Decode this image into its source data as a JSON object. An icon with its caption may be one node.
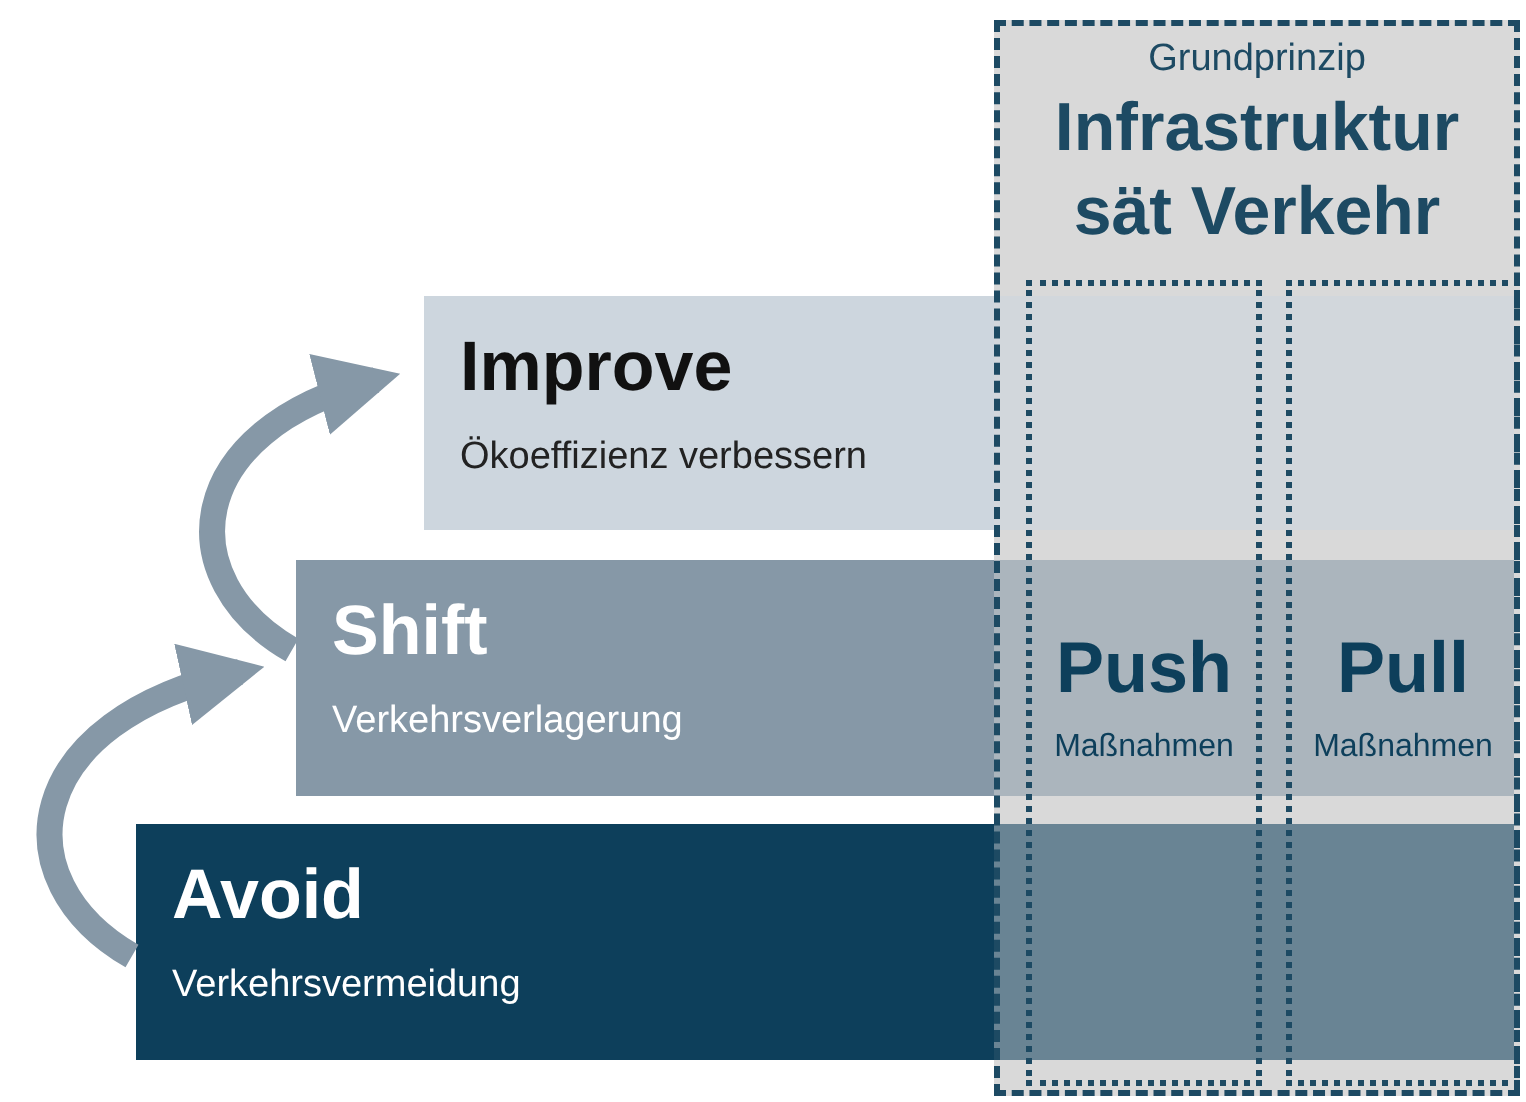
{
  "diagram": {
    "nodes": [
      {
        "text": [
          "Grundprinzip",
          "Infrastruktur sät Verkehr"
        ]
      },
      {
        "text": [
          "Improve",
          "Ökoeffizienz verbessern"
        ]
      },
      {
        "text": [
          "Shift",
          "Verkehrsverlagerung"
        ]
      },
      {
        "text": [
          "Avoid",
          "Verkehrsvermeidung"
        ]
      },
      {
        "text": [
          "Push",
          "Maßnahmen"
        ],
        "in": 0
      },
      {
        "text": [
          "Pull",
          "Maßnahmen"
        ],
        "in": 0
      }
    ],
    "edges": [
      {
        "from": 3,
        "to": 2,
        "arrow": "to"
      },
      {
        "from": 2,
        "to": 1,
        "arrow": "to"
      }
    ]
  }
}
